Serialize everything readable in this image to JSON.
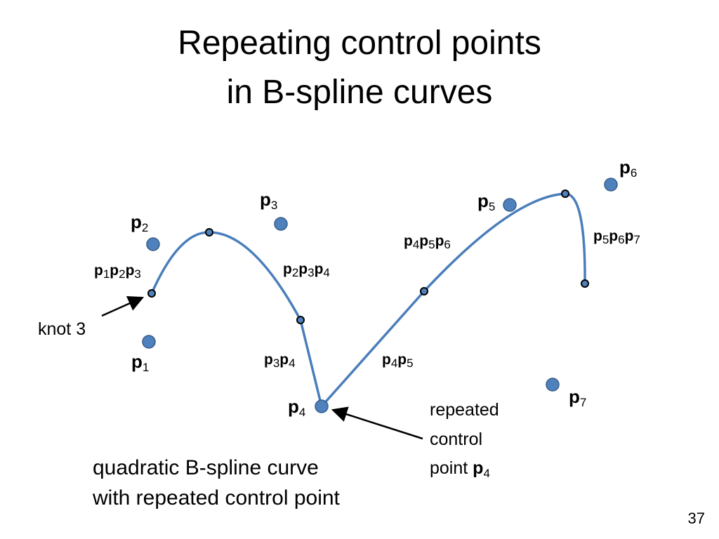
{
  "title": {
    "line1": "Repeating control points",
    "line2": "in B-spline curves"
  },
  "diagram": {
    "colors": {
      "curve": "#4a7ebb",
      "control_point_fill": "#4f81bd",
      "control_point_stroke": "#385d8a",
      "knot_fill": "#4f81bd",
      "knot_stroke": "#000000",
      "arrow": "#000000"
    },
    "point_symbol": "p",
    "control_points": [
      {
        "name": "p1",
        "index": "1"
      },
      {
        "name": "p2",
        "index": "2"
      },
      {
        "name": "p3",
        "index": "3"
      },
      {
        "name": "p4",
        "index": "4"
      },
      {
        "name": "p5",
        "index": "5"
      },
      {
        "name": "p6",
        "index": "6"
      },
      {
        "name": "p7",
        "index": "7"
      }
    ],
    "segment_labels": [
      {
        "name": "p1p2p3",
        "indices": [
          "1",
          "2",
          "3"
        ]
      },
      {
        "name": "p2p3p4",
        "indices": [
          "2",
          "3",
          "4"
        ]
      },
      {
        "name": "p3p4",
        "indices": [
          "3",
          "4"
        ]
      },
      {
        "name": "p4p5",
        "indices": [
          "4",
          "5"
        ]
      },
      {
        "name": "p4p5p6",
        "indices": [
          "4",
          "5",
          "6"
        ]
      },
      {
        "name": "p5p6p7",
        "indices": [
          "5",
          "6",
          "7"
        ]
      }
    ],
    "annotations": {
      "knot": "knot 3",
      "repeated_line1": "repeated",
      "repeated_line2": "control",
      "repeated_line3_prefix": "point ",
      "repeated_point_index": "4"
    }
  },
  "caption": {
    "line1": "quadratic B-spline curve",
    "line2": "with repeated control point"
  },
  "slide_number": "37"
}
